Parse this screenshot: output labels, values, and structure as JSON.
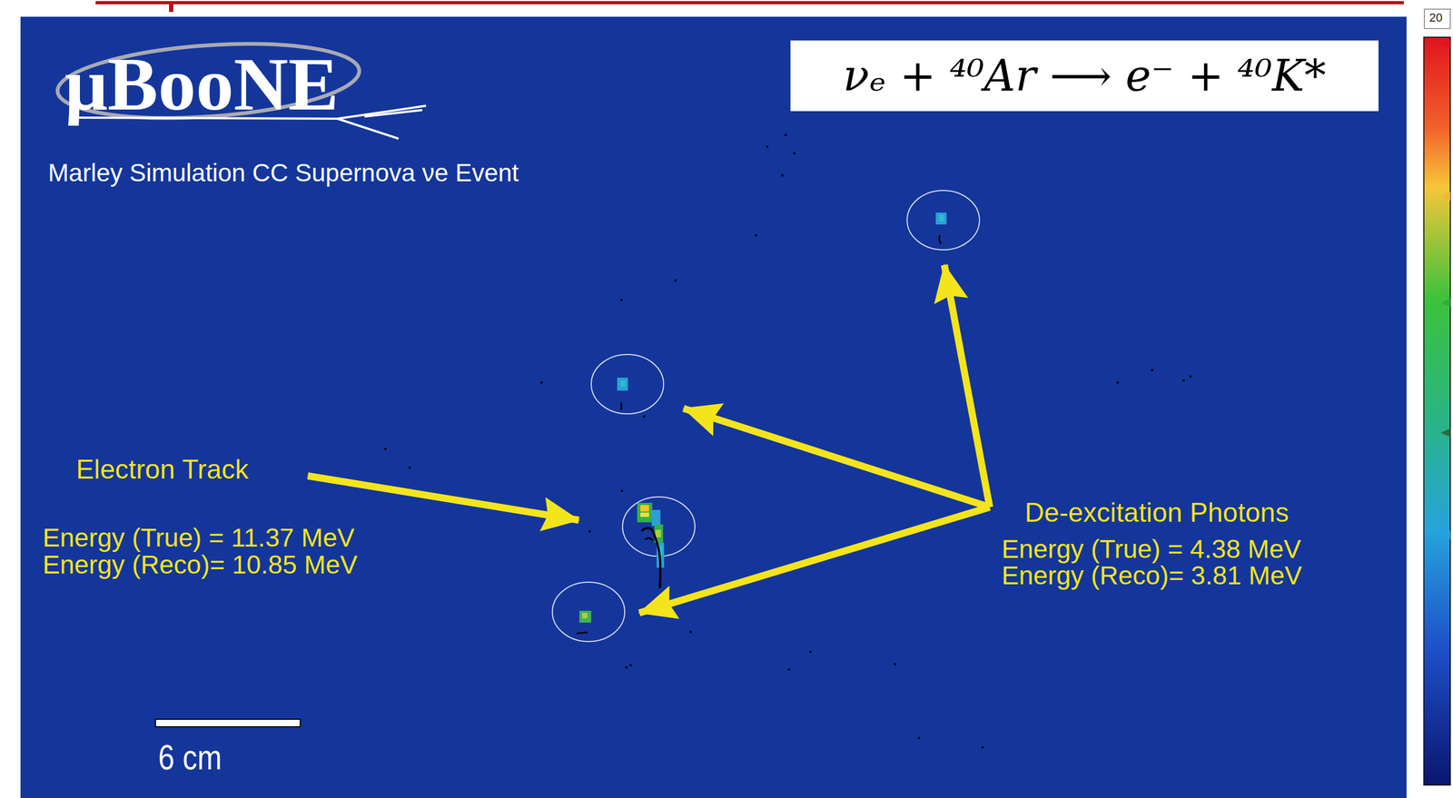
{
  "diagram": {
    "title": "Marley Simulation CC Supernova νe Event",
    "nodes": [
      {
        "text": [
          "νₑ + ⁴⁰Ar ⟶ e⁻ + ⁴⁰K*"
        ]
      }
    ],
    "labels": [
      "μBooNE",
      "Electron Track",
      "Energy (True) = 11.37 MeV",
      "Energy (Reco)= 10.85 MeV",
      "De-excitation Photons",
      "Energy (True) = 4.38 MeV",
      "Energy (Reco)= 3.81 MeV",
      "6 cm",
      "20"
    ]
  }
}
